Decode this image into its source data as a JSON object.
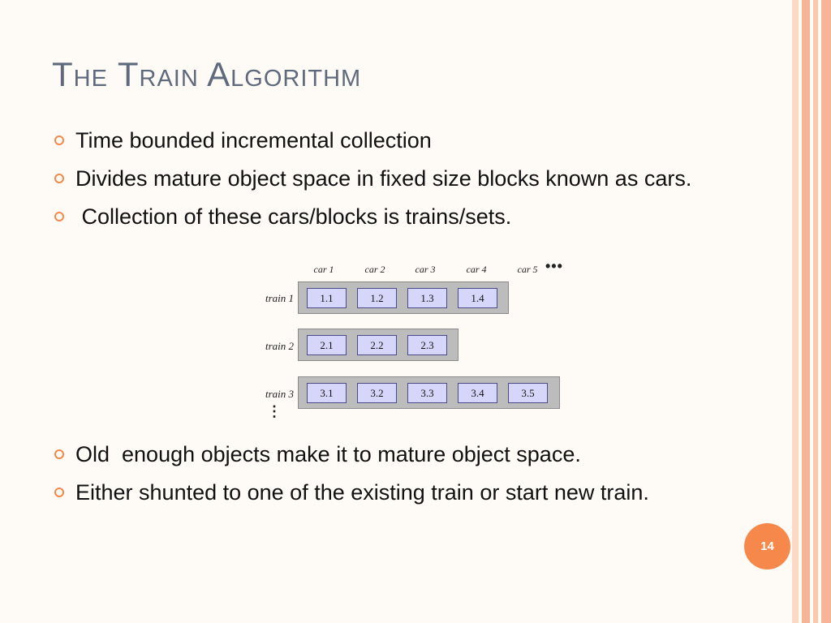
{
  "slide": {
    "title": "The Train Algorithm",
    "page_number": "14",
    "accent_color": "#f08a4b",
    "stripe_colors": [
      "#f9c9ad",
      "#f6b596",
      "#fbd9c6"
    ]
  },
  "bullets_top": [
    "Time bounded incremental collection",
    "Divides mature object space in fixed size blocks known as cars.",
    " Collection of these cars/blocks is trains/sets."
  ],
  "bullets_bottom": [
    "Old  enough objects make it to mature object space.",
    "Either shunted to one of the existing train or start new train."
  ],
  "diagram": {
    "car_headers": [
      "car 1",
      "car 2",
      "car 3",
      "car 4",
      "car 5"
    ],
    "header_ellipsis": "•••",
    "trains": [
      {
        "label": "train 1",
        "cars": [
          "1.1",
          "1.2",
          "1.3",
          "1.4"
        ]
      },
      {
        "label": "train 2",
        "cars": [
          "2.1",
          "2.2",
          "2.3"
        ]
      },
      {
        "label": "train 3",
        "cars": [
          "3.1",
          "3.2",
          "3.3",
          "3.4",
          "3.5"
        ]
      }
    ],
    "more_trains": "⋮"
  }
}
